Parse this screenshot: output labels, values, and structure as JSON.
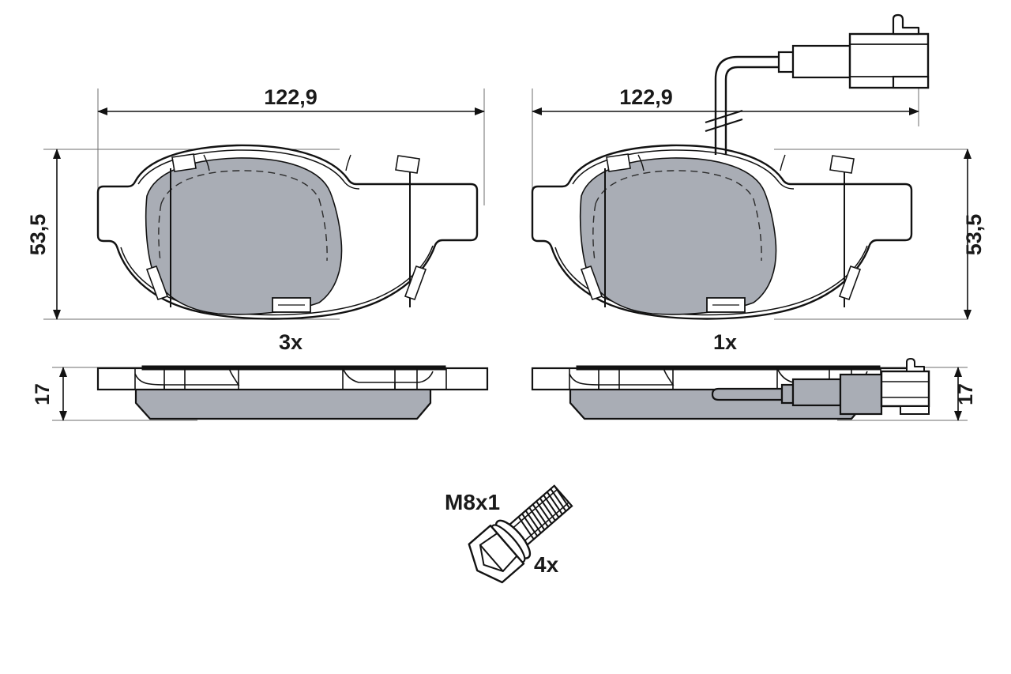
{
  "drawing": {
    "type": "technical-dimension-drawing",
    "subject": "disc brake pad set with wear sensor and mounting bolt",
    "background_color": "#ffffff",
    "line_color": "#121212",
    "friction_material_color": "#a9adb5",
    "thin_line_color": "#6e6e6e"
  },
  "views": {
    "pad_plain": {
      "label_quantity": "3x",
      "dimension_width": "122,9",
      "dimension_height": "53,5",
      "dimension_thickness": "17",
      "has_sensor": false
    },
    "pad_sensor": {
      "label_quantity": "1x",
      "dimension_width": "122,9",
      "dimension_height": "53,5",
      "dimension_thickness": "17",
      "has_sensor": true
    }
  },
  "hardware": {
    "bolt_thread_label": "M8x1",
    "bolt_quantity": "4x"
  },
  "labels": {
    "width_left": "122,9",
    "width_right": "122,9",
    "height_left": "53,5",
    "height_right": "53,5",
    "thickness_left": "17",
    "thickness_right": "17",
    "qty_left": "3x",
    "qty_right": "1x",
    "bolt_thread": "M8x1",
    "bolt_qty": "4x"
  }
}
